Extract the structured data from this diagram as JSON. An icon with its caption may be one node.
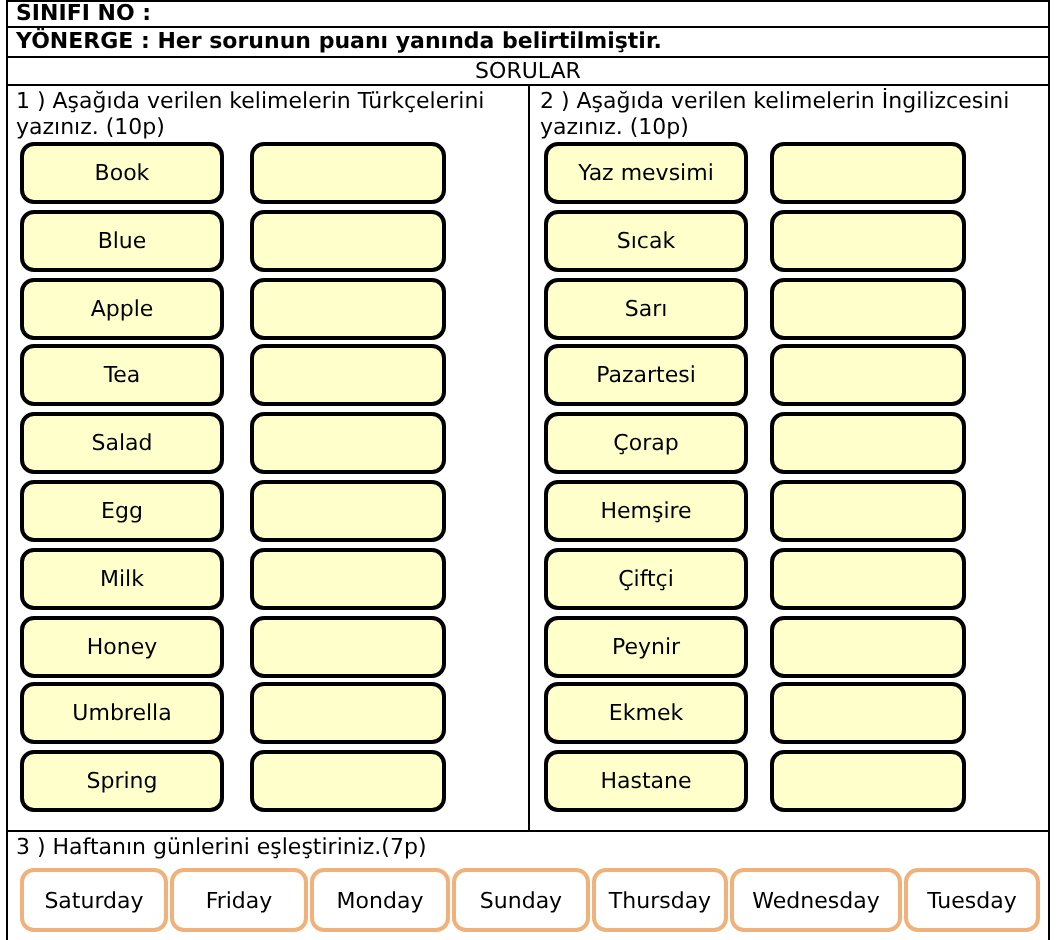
{
  "diagram": {
    "nodes": [
      {
        "text": [
          "Book"
        ]
      },
      {
        "text": [],
        "shape": "box"
      },
      {
        "text": [
          "Blue"
        ]
      },
      {
        "text": [],
        "shape": "box"
      },
      {
        "text": [
          "Apple"
        ]
      },
      {
        "text": [],
        "shape": "box"
      },
      {
        "text": [
          "Tea"
        ]
      },
      {
        "text": [],
        "shape": "box"
      },
      {
        "text": [
          "Salad"
        ]
      },
      {
        "text": [],
        "shape": "box"
      },
      {
        "text": [
          "Egg"
        ]
      },
      {
        "text": [],
        "shape": "box"
      },
      {
        "text": [
          "Milk"
        ]
      },
      {
        "text": [],
        "shape": "box"
      },
      {
        "text": [
          "Honey"
        ]
      },
      {
        "text": [],
        "shape": "box"
      },
      {
        "text": [
          "Umbrella"
        ]
      },
      {
        "text": [],
        "shape": "box"
      },
      {
        "text": [
          "Spring"
        ]
      },
      {
        "text": [],
        "shape": "box"
      },
      {
        "text": [
          "Yaz mevsimi"
        ]
      },
      {
        "text": [],
        "shape": "box"
      },
      {
        "text": [
          "Sıcak"
        ]
      },
      {
        "text": [],
        "shape": "box"
      },
      {
        "text": [
          "Sarı"
        ]
      },
      {
        "text": [],
        "shape": "box"
      },
      {
        "text": [
          "Pazartesi"
        ]
      },
      {
        "text": [],
        "shape": "box"
      },
      {
        "text": [
          "Çorap"
        ]
      },
      {
        "text": [],
        "shape": "box"
      },
      {
        "text": [
          "Hemşire"
        ]
      },
      {
        "text": [],
        "shape": "box"
      },
      {
        "text": [
          "Çiftçi"
        ]
      },
      {
        "text": [],
        "shape": "box"
      },
      {
        "text": [
          "Peynir"
        ]
      },
      {
        "text": [],
        "shape": "box"
      },
      {
        "text": [
          "Ekmek"
        ]
      },
      {
        "text": [],
        "shape": "box"
      },
      {
        "text": [
          "Hastane"
        ]
      },
      {
        "text": [],
        "shape": "box"
      },
      {
        "text": [
          "Saturday"
        ]
      },
      {
        "text": [
          "Friday"
        ]
      },
      {
        "text": [
          "Monday"
        ]
      },
      {
        "text": [
          "Sunday"
        ]
      },
      {
        "text": [
          "Thursday"
        ]
      },
      {
        "text": [
          "Wednesday"
        ]
      },
      {
        "text": [
          "Tuesday"
        ]
      }
    ],
    "labels": [
      "SINIFI NO :",
      "YÖNERGE : Her sorunun puanı yanında belirtilmiştir.",
      "SORULAR",
      "1 ) Aşağıda verilen kelimelerin Türkçelerini yazınız. (10p)",
      "2 ) Aşağıda verilen kelimelerin İngilizcesini yazınız. (10p)",
      "3 ) Haftanın günlerini eşleştiriniz.(7p)"
    ]
  }
}
